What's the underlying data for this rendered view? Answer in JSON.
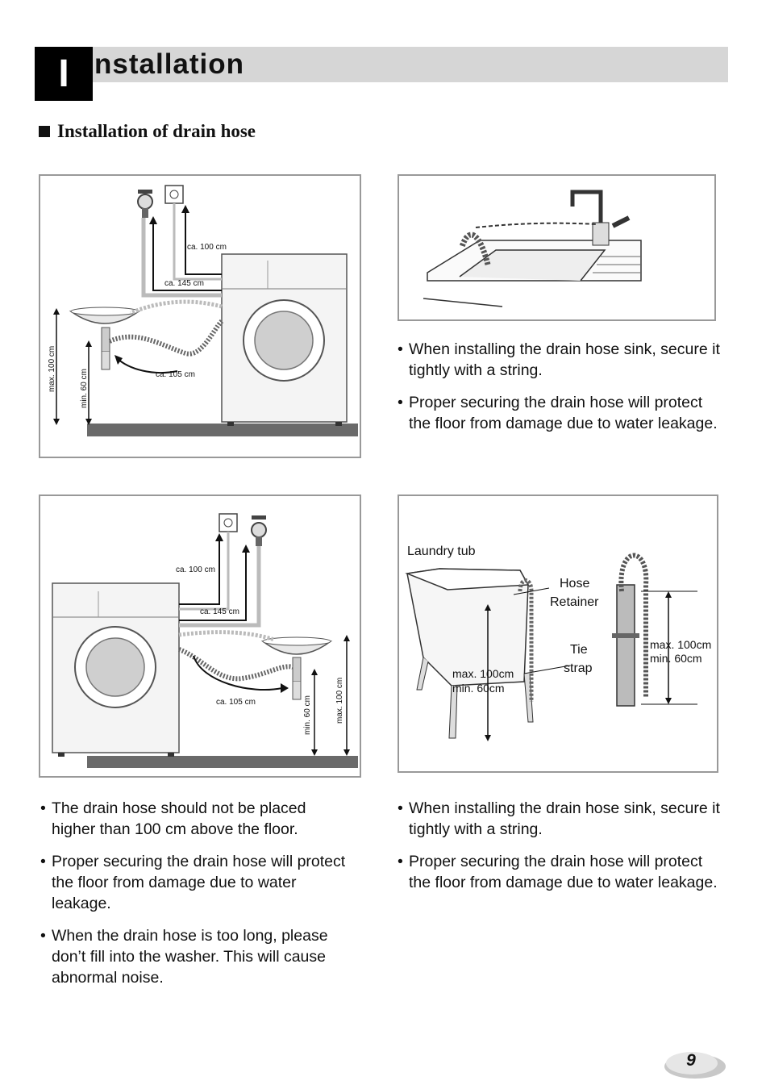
{
  "header": {
    "initial": "I",
    "title_rest": "nstallation"
  },
  "section": {
    "title": "Installation of drain hose"
  },
  "figure1": {
    "labels": {
      "dist_outlet": "ca. 100 cm",
      "dist_tap": "ca. 145 cm",
      "dist_hose": "ca. 105 cm",
      "max_height": "max. 100 cm",
      "min_height": "min. 60 cm"
    }
  },
  "figure3": {
    "labels": {
      "dist_outlet": "ca. 100 cm",
      "dist_tap": "ca. 145 cm",
      "dist_hose": "ca. 105 cm",
      "max_height": "max. 100 cm",
      "min_height": "min. 60 cm"
    }
  },
  "figure4": {
    "labels": {
      "laundry_tub": "Laundry tub",
      "hose_retainer_1": "Hose",
      "hose_retainer_2": "Retainer",
      "tie_strap_1": "Tie",
      "tie_strap_2": "strap",
      "left_max": "max. 100cm",
      "left_min": "min. 60cm",
      "right_max": "max. 100cm",
      "right_min": "min. 60cm"
    }
  },
  "text_right_top": [
    "When installing the drain hose sink, secure it tightly with a string.",
    "Proper securing the drain hose will protect the floor from damage due to water leakage."
  ],
  "text_left_bottom": [
    "The drain hose should not be placed higher than 100 cm above the floor.",
    "Proper securing the drain hose will protect the floor from damage due to water leakage.",
    "When the drain hose is too long, please don’t fill into the washer. This will cause abnormal noise."
  ],
  "text_right_bottom": [
    "When installing the drain hose sink, secure it tightly with a string.",
    "Proper securing the drain hose will protect the floor from damage due to water leakage."
  ],
  "page_number": "9"
}
